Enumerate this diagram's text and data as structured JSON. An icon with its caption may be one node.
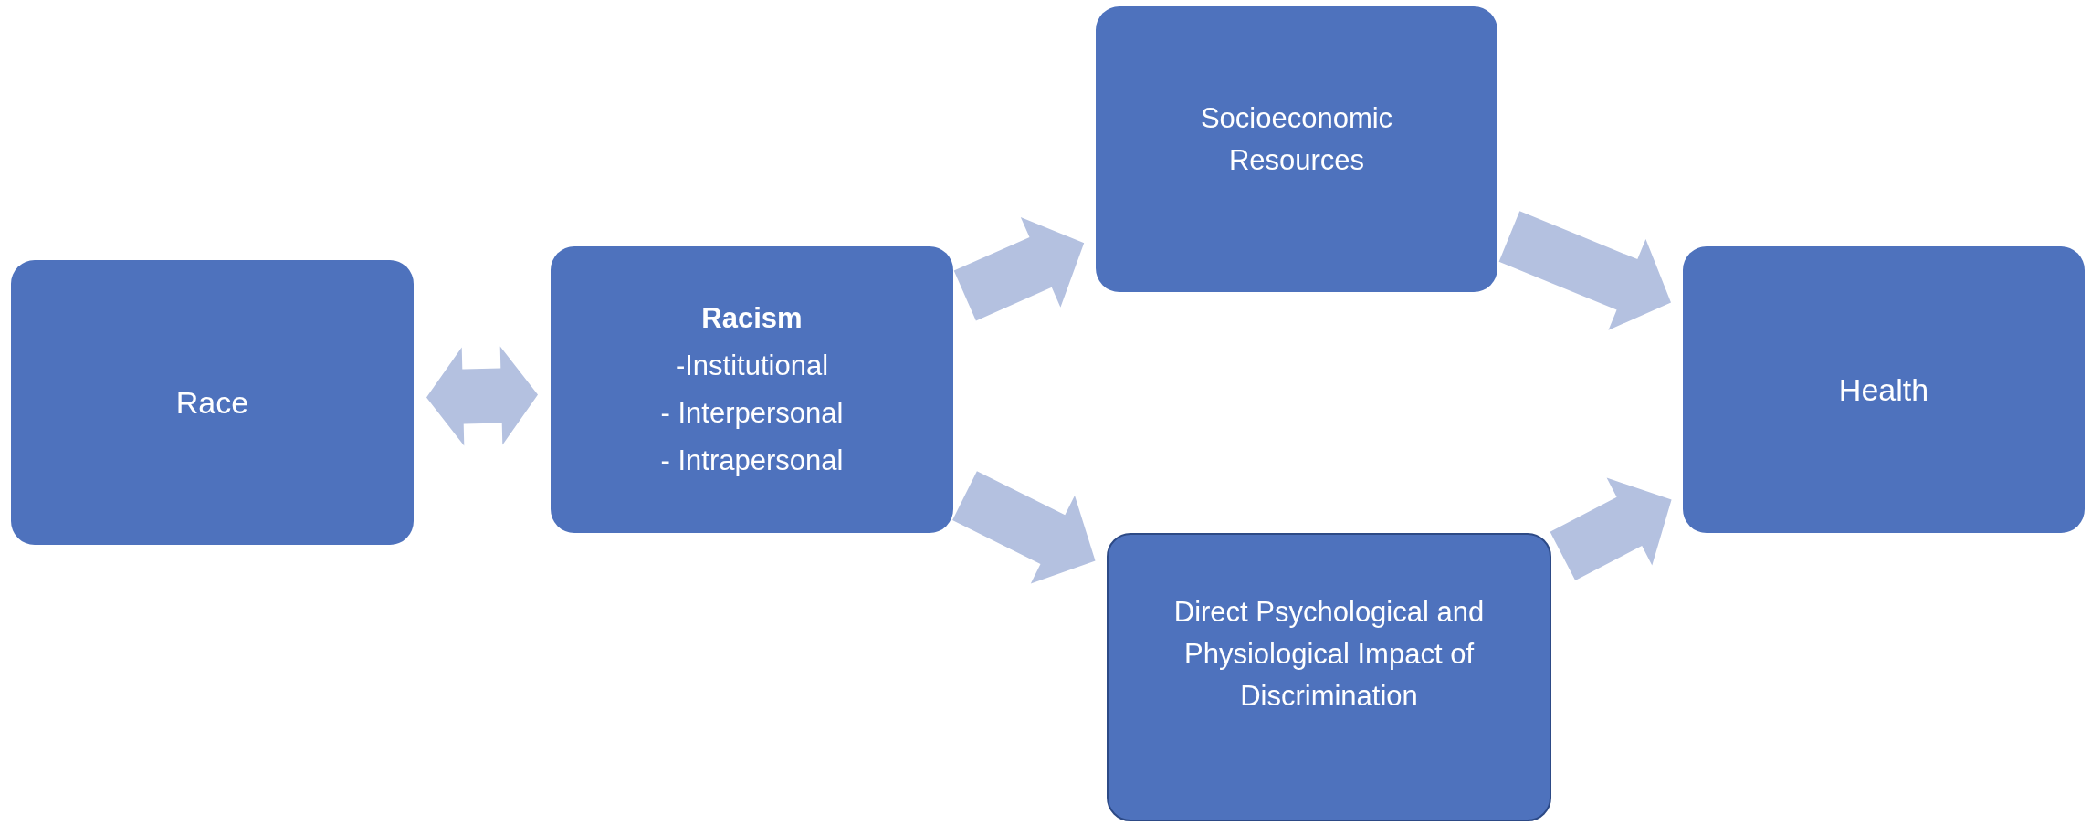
{
  "diagram": {
    "nodes": [
      {
        "text": [
          "Race"
        ]
      },
      {
        "text": [
          "Racism",
          "-Institutional",
          "- Interpersonal",
          "- Intrapersonal"
        ]
      },
      {
        "text": [
          "Socioeconomic Resources"
        ]
      },
      {
        "text": [
          "Direct Psychological and Physiological Impact of Discrimination"
        ]
      },
      {
        "text": [
          "Health"
        ]
      }
    ],
    "edges": [
      {
        "from": 0,
        "to": 1,
        "arrow": "both"
      },
      {
        "from": 1,
        "to": 2,
        "arrow": "to"
      },
      {
        "from": 1,
        "to": 3,
        "arrow": "to"
      },
      {
        "from": 2,
        "to": 4,
        "arrow": "to"
      },
      {
        "from": 3,
        "to": 4,
        "arrow": "to"
      }
    ]
  }
}
